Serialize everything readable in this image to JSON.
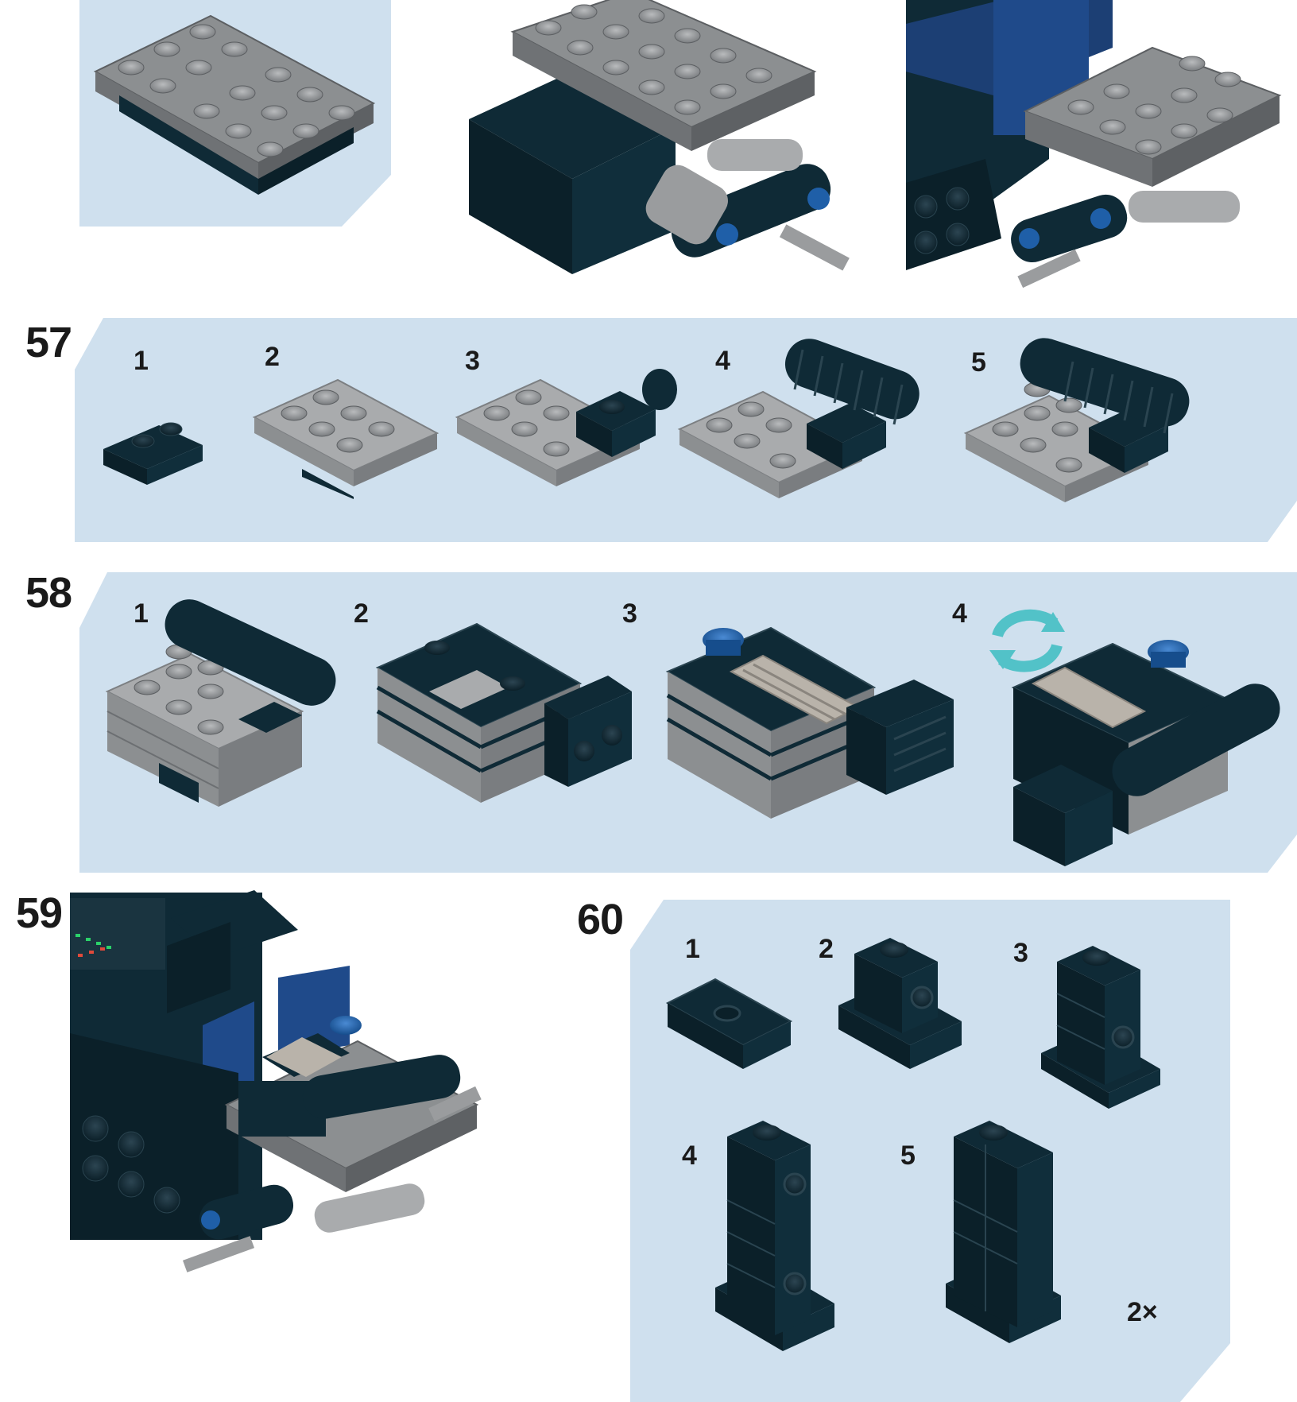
{
  "page": {
    "background": "#ffffff",
    "panel_color": "#cfe0ee",
    "brick_dark": "#0f2a36",
    "brick_grey": "#8c8f91",
    "brick_light_grey": "#a9abad",
    "brick_blue": "#1f5fa8",
    "tile_tan": "#b9b3aa",
    "rotate_icon_color": "#52c2c8"
  },
  "steps": {
    "s57": {
      "number": "57",
      "substeps": [
        "1",
        "2",
        "3",
        "4",
        "5"
      ]
    },
    "s58": {
      "number": "58",
      "substeps": [
        "1",
        "2",
        "3",
        "4"
      ]
    },
    "s59": {
      "number": "59"
    },
    "s60": {
      "number": "60",
      "substeps": [
        "1",
        "2",
        "3",
        "4",
        "5"
      ],
      "multiplier": "2×"
    }
  }
}
